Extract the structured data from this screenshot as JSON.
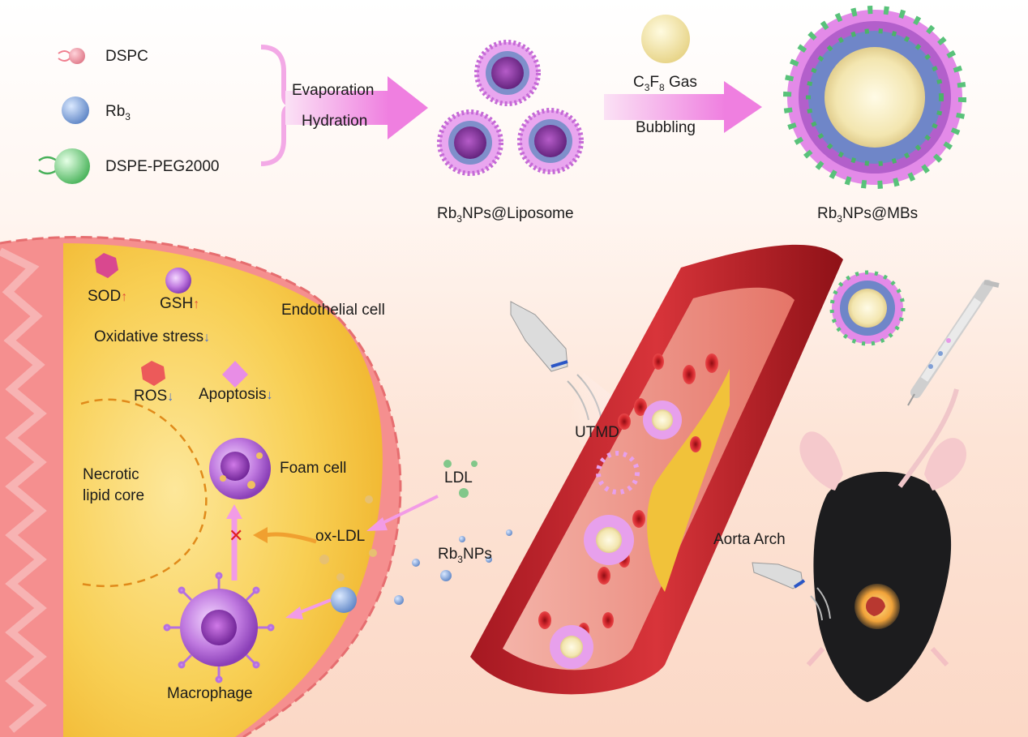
{
  "legend": {
    "items": [
      {
        "label": "DSPC",
        "icon": "dspc-lipid-icon",
        "color": "#f0a0a8"
      },
      {
        "label": "Rb",
        "sub": "3",
        "icon": "rb3-sphere-icon",
        "color": "#8fb3e0"
      },
      {
        "label": "DSPE-PEG2000",
        "icon": "dspe-peg2000-lipid-icon",
        "color": "#7fd67f"
      }
    ]
  },
  "synthesis": {
    "step1_top": "Evaporation",
    "step1_bottom": "Hydration",
    "step2_top_main": "C",
    "step2_top_sub1": "3",
    "step2_top_mid": "F",
    "step2_top_sub2": "8",
    "step2_top_end": " Gas",
    "step2_bottom": "Bubbling",
    "liposome_label_pre": "Rb",
    "liposome_label_sub": "3",
    "liposome_label_post": "NPs@Liposome",
    "mbs_label_pre": "Rb",
    "mbs_label_sub": "3",
    "mbs_label_post": "NPs@MBs"
  },
  "plaque": {
    "sod": "SOD",
    "gsh": "GSH",
    "oxidative_stress": "Oxidative stress",
    "ros": "ROS",
    "apoptosis": "Apoptosis",
    "endothelial_cell": "Endothelial cell",
    "necrotic_line1": "Necrotic",
    "necrotic_line2": "lipid core",
    "foam_cell": "Foam cell",
    "ox_ldl": "ox-LDL",
    "macrophage": "Macrophage",
    "ldl": "LDL",
    "rb3nps_pre": "Rb",
    "rb3nps_sub": "3",
    "rb3nps_post": "NPs",
    "up_glyph": "↑",
    "down_glyph": "↓"
  },
  "vessel": {
    "utmd": "UTMD"
  },
  "mouse": {
    "aorta_arch": "Aorta Arch"
  }
}
